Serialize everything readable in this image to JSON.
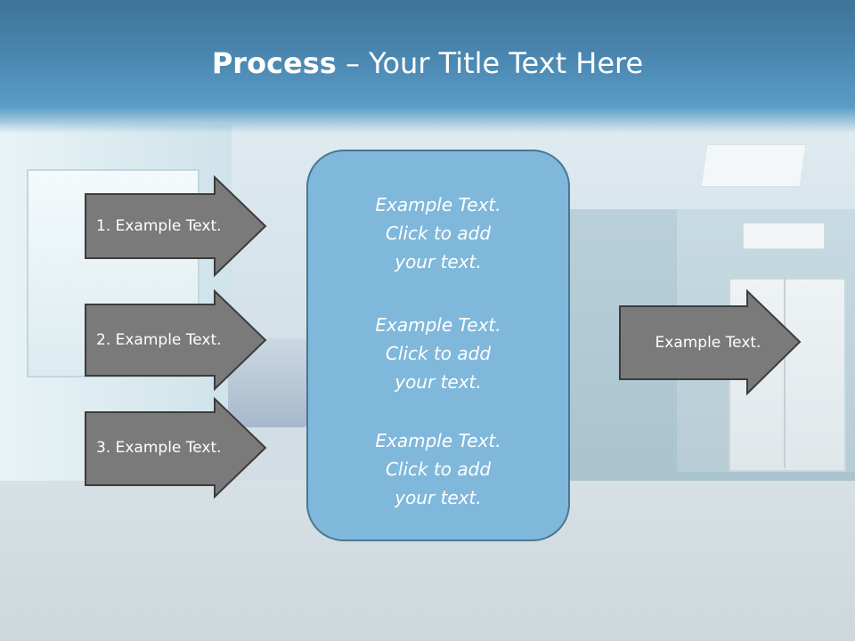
{
  "title": {
    "bold": "Process",
    "rest": " – Your Title Text Here"
  },
  "left_arrows": [
    {
      "label": "1. Example Text."
    },
    {
      "label": "2. Example Text."
    },
    {
      "label": "3. Example Text."
    }
  ],
  "center_box": {
    "items": [
      {
        "line1": "Example Text.",
        "line2": "Click  to add",
        "line3": "your text."
      },
      {
        "line1": "Example Text.",
        "line2": "Click  to add",
        "line3": "your text."
      },
      {
        "line1": "Example Text.",
        "line2": "Click  to add",
        "line3": "your text."
      }
    ]
  },
  "right_arrow": {
    "label": "Example Text."
  },
  "colors": {
    "title_bar": "#4b88b2",
    "arrow_fill": "#7a7a7a",
    "arrow_stroke": "#3c3c3c",
    "center_fill": "#7fb8db",
    "center_stroke": "#4a7791"
  }
}
